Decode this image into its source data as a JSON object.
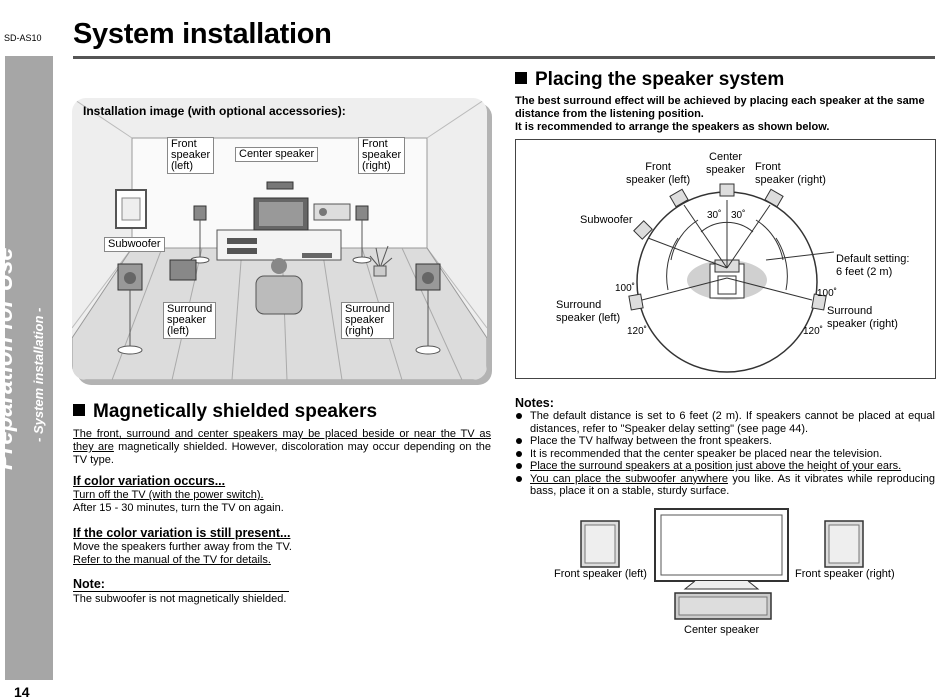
{
  "page": {
    "model": "SD-AS10",
    "title": "System installation",
    "page_number": "14"
  },
  "sidebar": {
    "main": "Preparation for Use",
    "sub": "- System installation -"
  },
  "illustration": {
    "caption": "Installation image (with optional accessories):",
    "labels": {
      "front_left": [
        "Front",
        "speaker",
        "(left)"
      ],
      "center": "Center speaker",
      "front_right": [
        "Front",
        "speaker",
        "(right)"
      ],
      "subwoofer": "Subwoofer",
      "surround_left": [
        "Surround",
        "speaker",
        "(left)"
      ],
      "surround_right": [
        "Surround",
        "speaker",
        "(right)"
      ]
    }
  },
  "magnetic": {
    "heading": "Magnetically shielded speakers",
    "para_u": "The front, surround and center speakers may be placed beside or near the TV as they are",
    "para_rest": " magnetically shielded. However, discoloration may occur depending on the TV type.",
    "h1": "If color variation occurs...",
    "h1_line1": "Turn off the TV (with the power switch).",
    "h1_line2": "After 15 - 30 minutes, turn the TV on again.",
    "h2": "If the color variation is still present...",
    "h2_line1": "Move the speakers further away from the TV.",
    "h2_line2": "Refer to the manual of the TV for details.",
    "note_heading": "Note:",
    "note_text": "The subwoofer is not magnetically shielded."
  },
  "placing": {
    "heading": "Placing the speaker system",
    "intro1": "The best surround effect will be achieved by placing each speaker at the same distance from the listening position.",
    "intro2": "It is recommended to arrange the speakers as shown below.",
    "diagram": {
      "center": [
        "Center",
        "speaker"
      ],
      "front_left": [
        "Front",
        "speaker (left)"
      ],
      "front_right": [
        "Front",
        "speaker (right)"
      ],
      "subwoofer": "Subwoofer",
      "default_setting": [
        "Default setting:",
        "6 feet (2 m)"
      ],
      "surround_left": [
        "Surround",
        "speaker (left)"
      ],
      "surround_right": [
        "Surround",
        "speaker (right)"
      ],
      "angle_30_left": "30˚",
      "angle_30_right": "30˚",
      "angle_100_left": "100˚",
      "angle_100_right": "100˚",
      "angle_120_left": "120˚",
      "angle_120_right": "120˚"
    }
  },
  "notes": {
    "heading": "Notes:",
    "items": [
      "The default distance is set to 6 feet (2 m). If speakers cannot be placed at equal distances, refer to \"Speaker delay setting\" (see page 44).",
      "Place the TV halfway between the front speakers.",
      "It is recommended that the center speaker be placed near the television.",
      "Place the surround speakers at a position just above the height of your ears."
    ],
    "last_u": "You can place the subwoofer anywhere",
    "last_rest": " you like. As it vibrates while reproducing bass, place it on a stable, sturdy surface."
  },
  "tv_diagram": {
    "front_left": "Front speaker (left)",
    "front_right": "Front speaker (right)",
    "center": "Center speaker"
  }
}
